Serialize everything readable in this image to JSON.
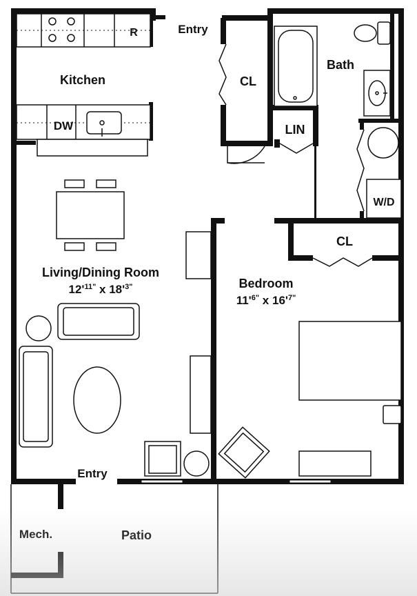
{
  "rooms": {
    "kitchen": "Kitchen",
    "entry_top": "Entry",
    "closet_entry": "CL",
    "bath": "Bath",
    "linen": "LIN",
    "washer_dryer": "W/D",
    "living_name": "Living/Dining Room",
    "living_dim_w_ft": "12'",
    "living_dim_w_in": "11\"",
    "living_dim_x": "x",
    "living_dim_l_ft": "18'",
    "living_dim_l_in": "3\"",
    "closet_bedroom": "CL",
    "bedroom_name": "Bedroom",
    "bedroom_dim_w_ft": "11'",
    "bedroom_dim_w_in": "6\"",
    "bedroom_dim_x": "x",
    "bedroom_dim_l_ft": "16'",
    "bedroom_dim_l_in": "7\"",
    "entry_bottom": "Entry",
    "mech": "Mech.",
    "patio": "Patio"
  },
  "appliances": {
    "refrigerator": "R",
    "dishwasher": "DW"
  }
}
